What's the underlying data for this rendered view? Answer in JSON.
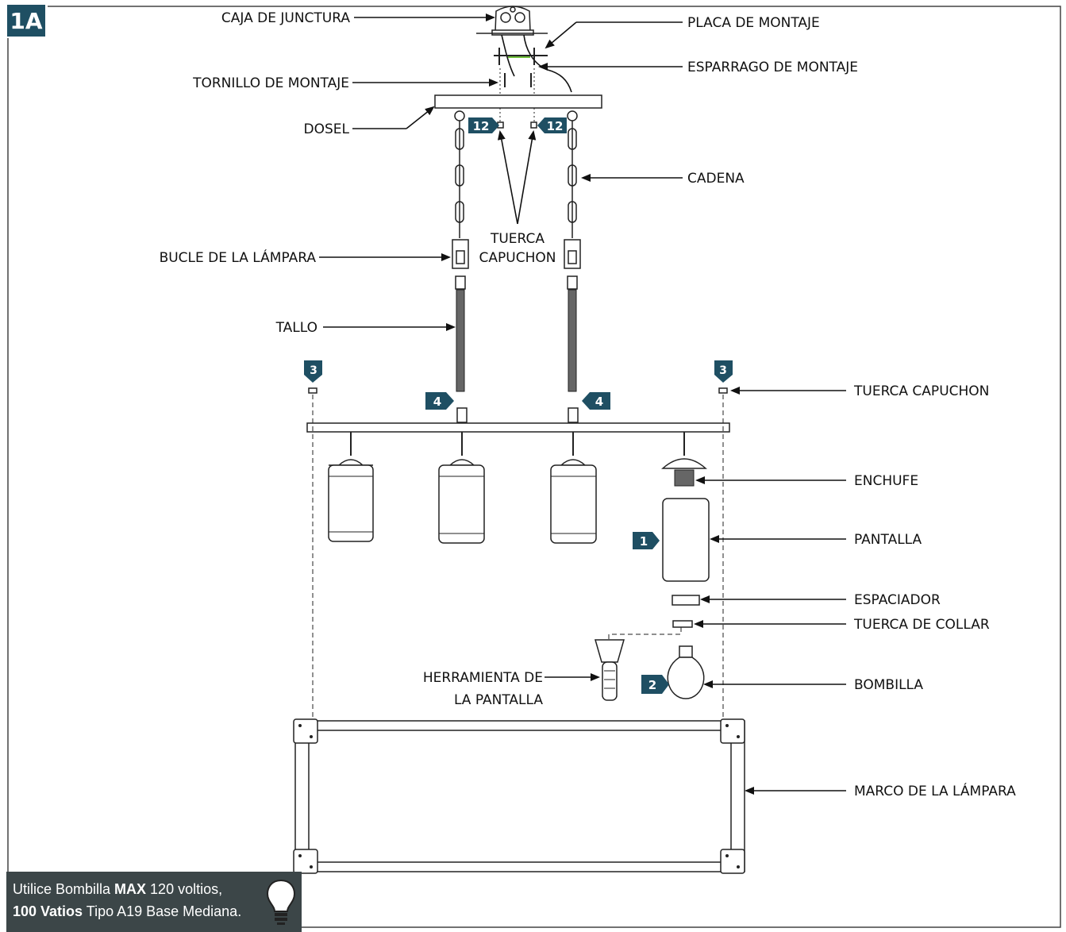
{
  "figure_id": "1A",
  "labels": {
    "caja": "CAJA DE JUNCTURA",
    "placa": "PLACA DE MONTAJE",
    "esparrago": "ESPARRAGO DE MONTAJE",
    "tornillo": "TORNILLO DE MONTAJE",
    "dosel": "DOSEL",
    "cadena": "CADENA",
    "tuerca_center_1": "TUERCA",
    "tuerca_center_2": "CAPUCHON",
    "bucle": "BUCLE DE LA LÁMPARA",
    "tallo": "TALLO",
    "tuerca_capuchon": "TUERCA CAPUCHON",
    "enchufe": "ENCHUFE",
    "pantalla": "PANTALLA",
    "espaciador": "ESPACIADOR",
    "tuerca_collar": "TUERCA DE COLLAR",
    "herramienta_1": "HERRAMIENTA DE",
    "herramienta_2": "LA PANTALLA",
    "bombilla": "BOMBILLA",
    "marco": "MARCO DE LA LÁMPARA"
  },
  "steps": {
    "canopy_left": "12",
    "canopy_right": "12",
    "bar_left": "3",
    "bar_right": "3",
    "stem_left": "4",
    "stem_right": "4",
    "shade": "1",
    "bulb": "2"
  },
  "bulb_note": {
    "t1": "Utilice Bombilla ",
    "b1": "MAX",
    "t2": " 120 voltios,",
    "b2": "100 Vatios",
    "t3": " Tipo A19 Base Mediana."
  },
  "colors": {
    "badge": "#1f4f63",
    "note_bg": "#3c4648",
    "accent_green": "#6fbf3a"
  }
}
